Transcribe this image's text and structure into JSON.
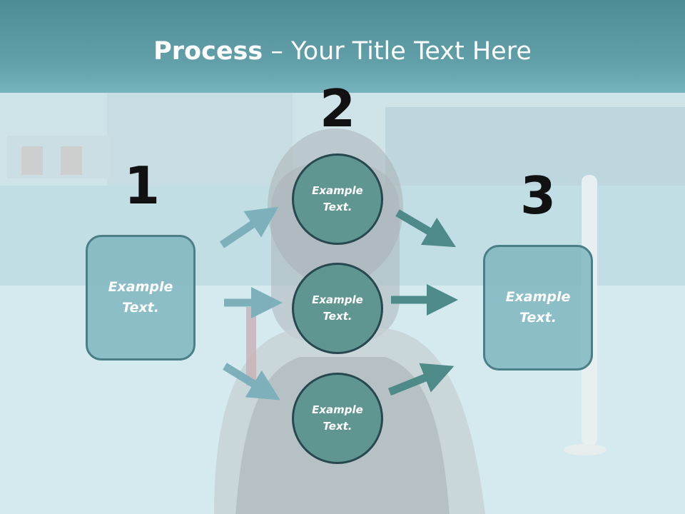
{
  "slide": {
    "title_strong": "Process",
    "title_rest": " – Your Title Text Here"
  },
  "steps": {
    "one": {
      "number": "1",
      "box_text": "Example\nText."
    },
    "two": {
      "number": "2",
      "circles": [
        "Example\nText.",
        "Example\nText.",
        "Example\nText."
      ]
    },
    "three": {
      "number": "3",
      "box_text": "Example\nText."
    }
  },
  "colors": {
    "title_bar": "#5f9ca6",
    "box_fill": "#7fb6c0",
    "circle_fill": "#5f9692",
    "arrow_light": "#7db0ba",
    "arrow_dark": "#4e8a88"
  },
  "background": "photo of a woman by a swimming pool"
}
